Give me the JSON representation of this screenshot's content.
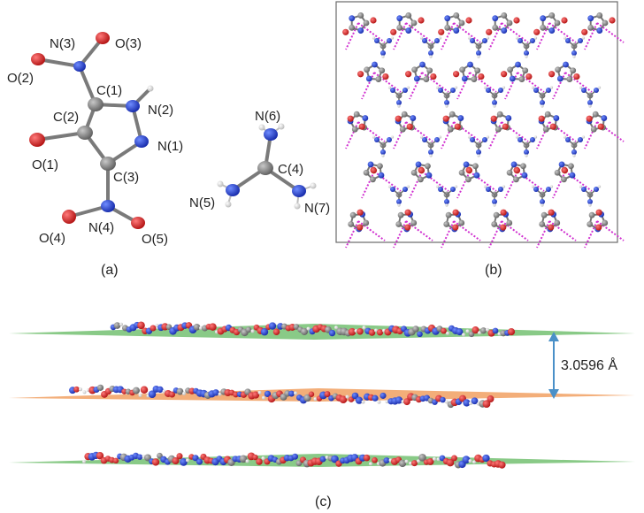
{
  "panel_a": {
    "anion_labels": {
      "n3": "N(3)",
      "o3": "O(3)",
      "o2": "O(2)",
      "c1": "C(1)",
      "n2": "N(2)",
      "c2": "C(2)",
      "n1": "N(1)",
      "o1": "O(1)",
      "c3": "C(3)",
      "o4": "O(4)",
      "n4": "N(4)",
      "o5": "O(5)"
    },
    "cation_labels": {
      "n6": "N(6)",
      "c4": "C(4)",
      "n5": "N(5)",
      "n7": "N(7)"
    },
    "caption": "(a)"
  },
  "panel_b": {
    "caption": "(b)"
  },
  "panel_c": {
    "caption": "(c)",
    "distance_label": "3.0596 Å"
  },
  "colors": {
    "oxygen": "#d61a1a",
    "nitrogen": "#1f3fd6",
    "carbon": "#8a8a8a",
    "hydrogen": "#e8e8e8",
    "hbond": "#d030d0",
    "layer_green": "#7cc47a",
    "layer_orange": "#f2a56a",
    "arrow": "#4a90c8"
  }
}
